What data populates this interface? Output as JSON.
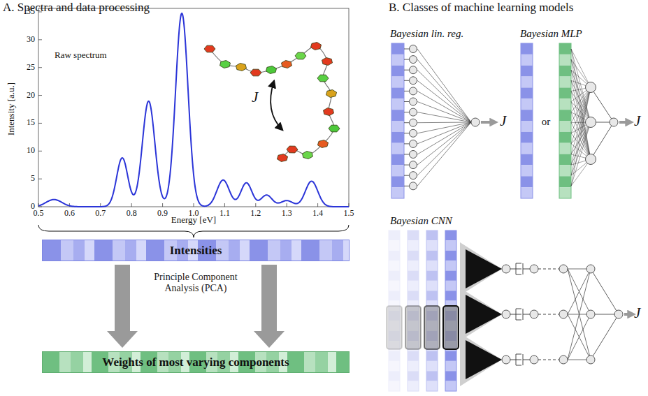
{
  "diagram": {
    "nodes": [
      {
        "text": [
          "Intensities"
        ]
      },
      {
        "text": [
          "Weights of most varying components"
        ]
      }
    ],
    "edges": [
      {
        "from": 0,
        "to": 1,
        "arrow": "to",
        "label": "Principle Component Analysis (PCA)"
      }
    ],
    "labels": [
      "A. Spectra and data processing",
      "Intensity [a.u.]",
      "Energy [eV]",
      "Raw spectrum",
      "0",
      "5",
      "10",
      "15",
      "20",
      "25",
      "30",
      "35",
      "0.5",
      "0.6",
      "0.7",
      "0.8",
      "0.9",
      "1.0",
      "1.1",
      "1.2",
      "1.3",
      "1.4",
      "1.5",
      "J",
      "B. Classes of machine learning models",
      "Bayesian lin. reg.",
      "Bayesian MLP",
      "or",
      "Bayesian CNN",
      "J",
      "J",
      "J"
    ]
  }
}
